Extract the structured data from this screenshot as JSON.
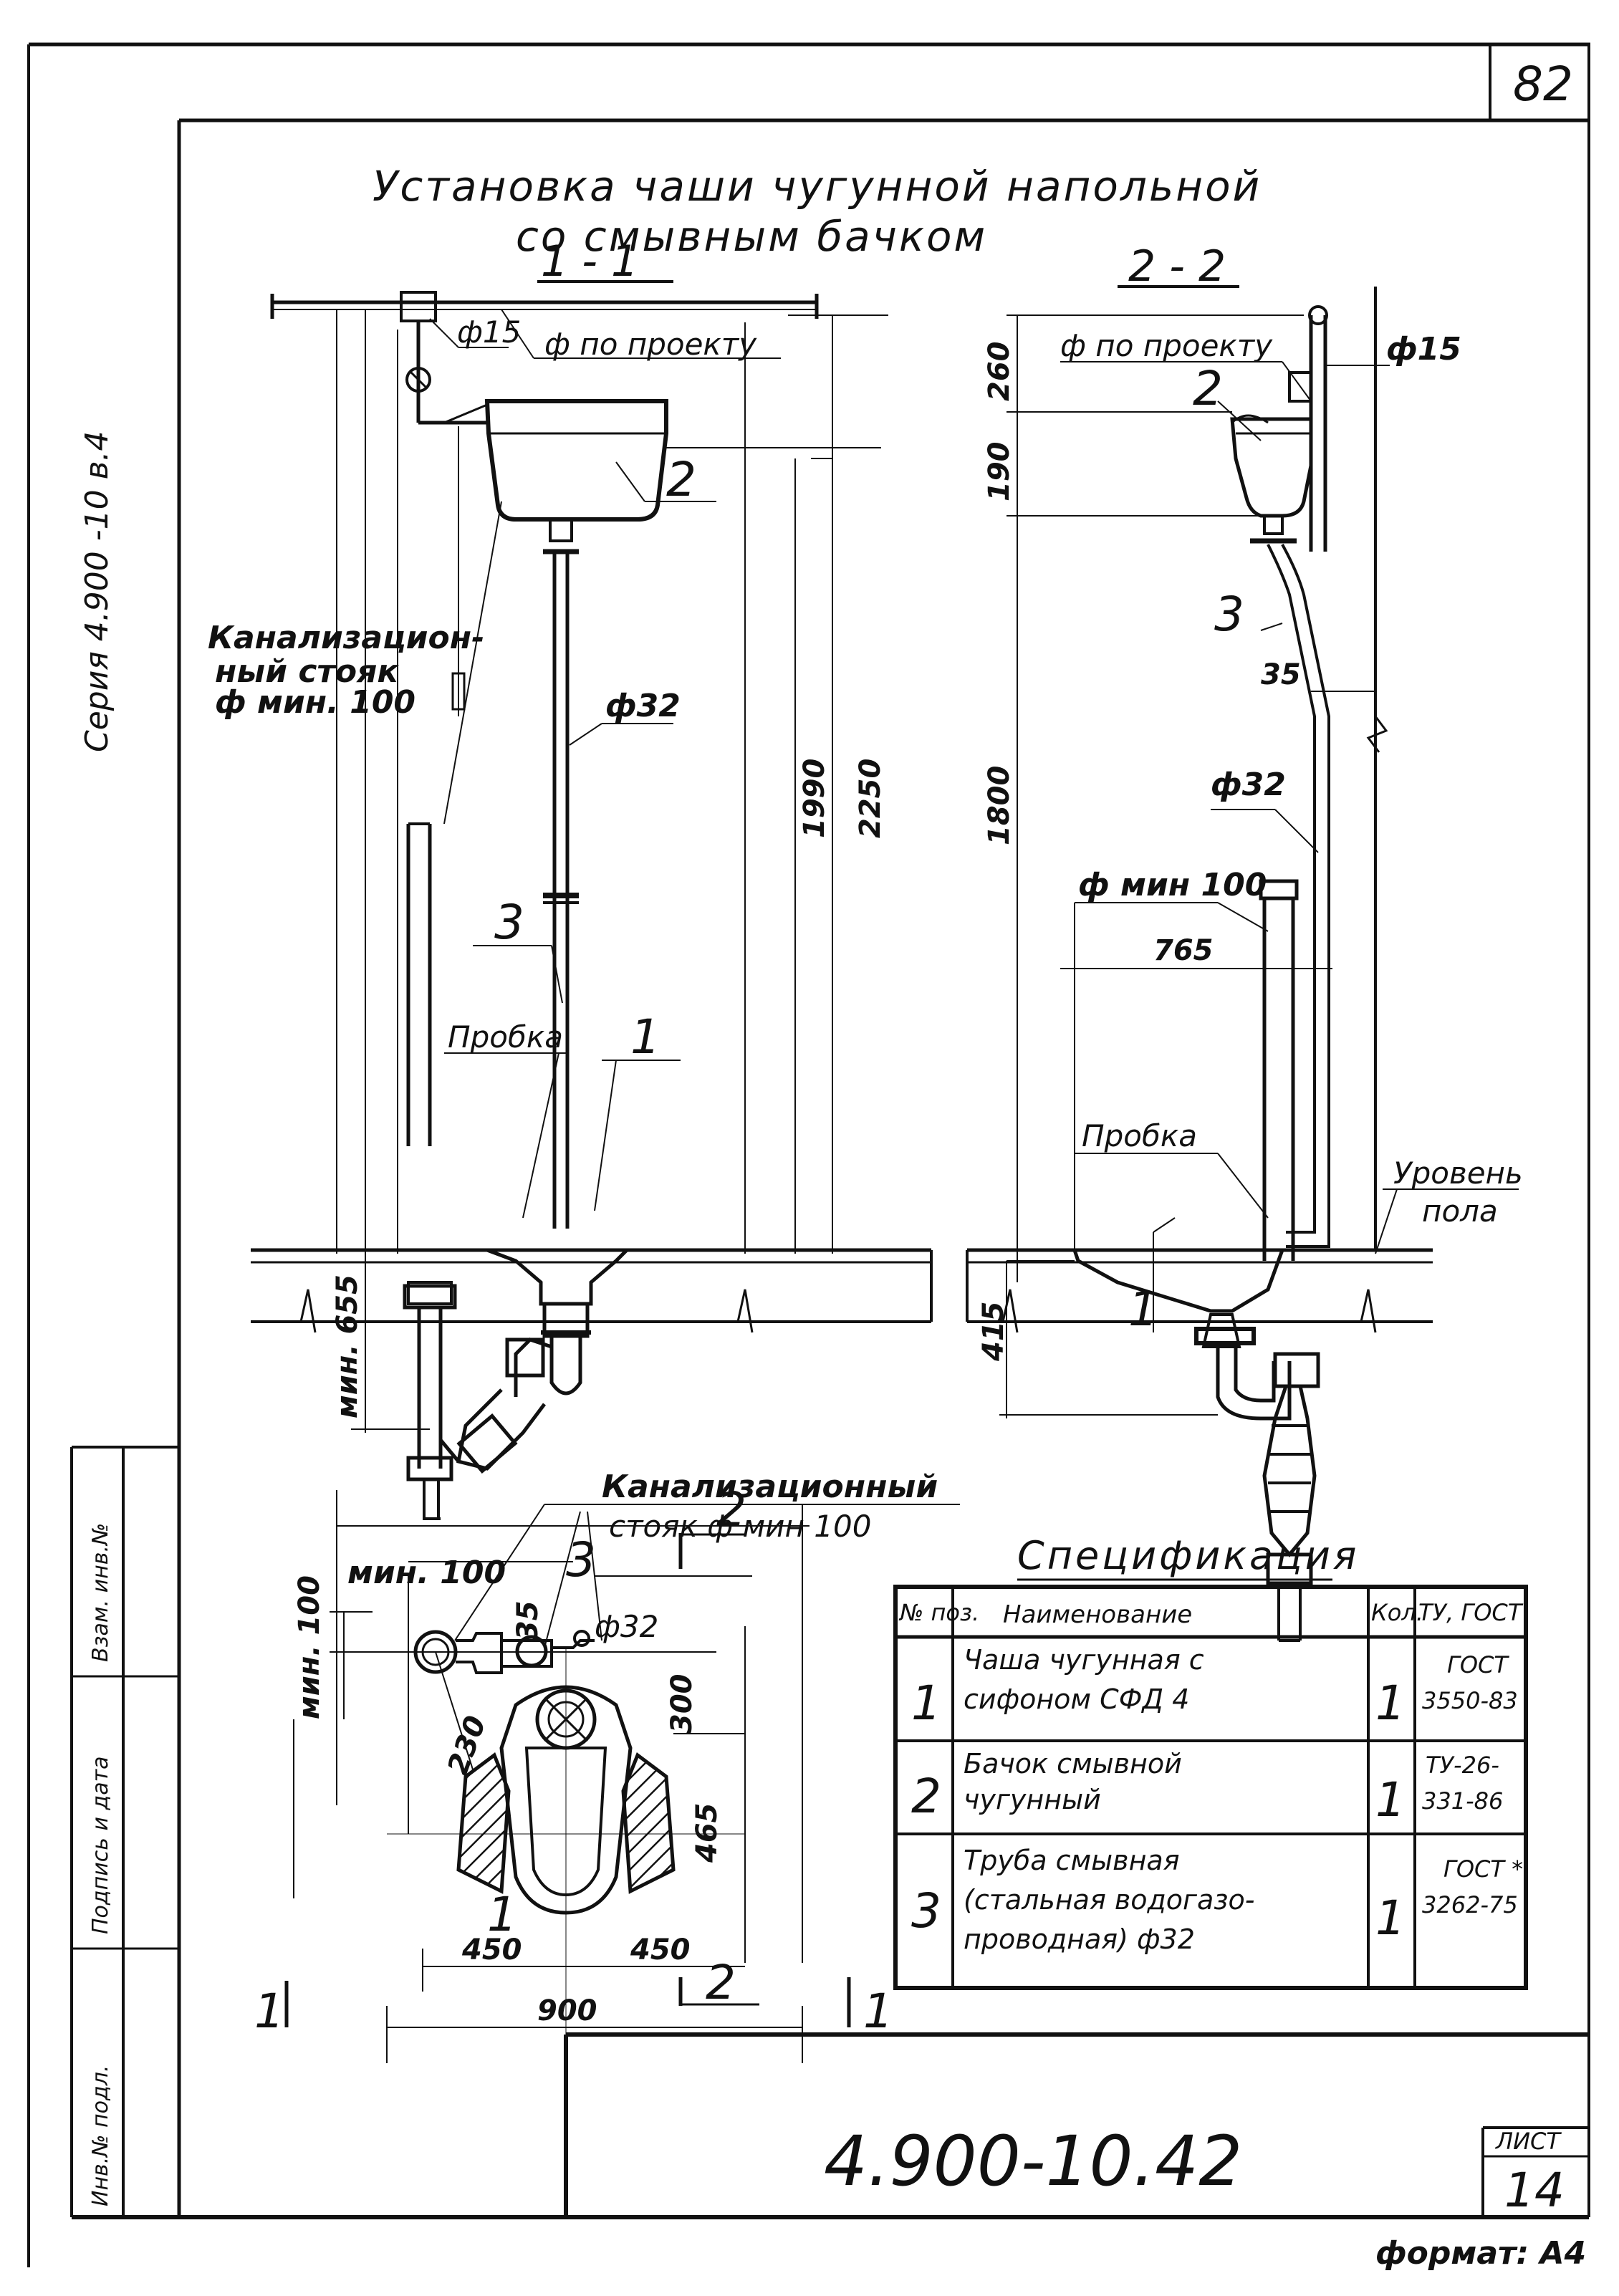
{
  "sheet": {
    "page_number": "82",
    "side_series": "Серия 4.900 -10 в.4",
    "title_line1": "Установка чаши чугунной напольной",
    "title_line2": "со смывным бачком",
    "drawing_code": "4.900-10.42",
    "sheet_label": "ЛИСТ",
    "sheet_number": "14",
    "format": "формат: А4",
    "stamps": [
      "Инв.№ подл.",
      "Подпись и дата",
      "Взам. инв.№"
    ]
  },
  "section_1": {
    "label": "1 - 1",
    "d15": "ф15",
    "per_project": "ф по проекту",
    "stack_label_1": "Канализацион-",
    "stack_label_2": "ный стояк",
    "stack_label_3": "ф мин. 100",
    "d32": "ф32",
    "dim_1990": "1990",
    "dim_2250": "2250",
    "dim_min655": "мин. 655",
    "plug": "Пробка",
    "pos_1": "1",
    "pos_2": "2",
    "pos_3": "3"
  },
  "section_2": {
    "label": "2 - 2",
    "per_project": "ф по проекту",
    "d15": "ф15",
    "dim_260": "260",
    "dim_190": "190",
    "dim_35": "35",
    "dim_1800": "1800",
    "d32": "ф32",
    "dmin100": "ф мин 100",
    "dim_765": "765",
    "plug": "Пробка",
    "floor_1": "Уровень",
    "floor_2": "пола",
    "dim_415": "415",
    "pos_1": "1",
    "pos_2": "2",
    "pos_3": "3"
  },
  "plan": {
    "stack_1": "Канализационный",
    "stack_2": "стояк ф мин 100",
    "min100_h": "мин. 100",
    "min100_v": "мин. 100",
    "dim_35": "35",
    "d32": "ф32",
    "dim_300": "300",
    "dim_230": "230",
    "dim_465": "465",
    "dim_450_l": "450",
    "dim_450_r": "450",
    "dim_900": "900",
    "pos_1": "1",
    "pos_3": "3",
    "cut_2_top": "2",
    "cut_2_bottom": "2",
    "cut_1_left": "1",
    "cut_1_right": "1"
  },
  "spec": {
    "heading": "Спецификация",
    "headers": [
      "№ поз.",
      "Наименование",
      "Кол.",
      "ТУ, ГОСТ"
    ],
    "rows": [
      {
        "pos": "1",
        "name_1": "Чаша чугунная с",
        "name_2": "сифоном СФД 4",
        "name_3": "",
        "qty": "1",
        "std_1": "ГОСТ",
        "std_2": "3550-83"
      },
      {
        "pos": "2",
        "name_1": "Бачок смывной",
        "name_2": "чугунный",
        "name_3": "",
        "qty": "1",
        "std_1": "ТУ-26-",
        "std_2": "331-86"
      },
      {
        "pos": "3",
        "name_1": "Труба смывная",
        "name_2": "(стальная водогазо-",
        "name_3": "проводная) ф32",
        "qty": "1",
        "std_1": "ГОСТ *",
        "std_2": "3262-75"
      }
    ]
  }
}
